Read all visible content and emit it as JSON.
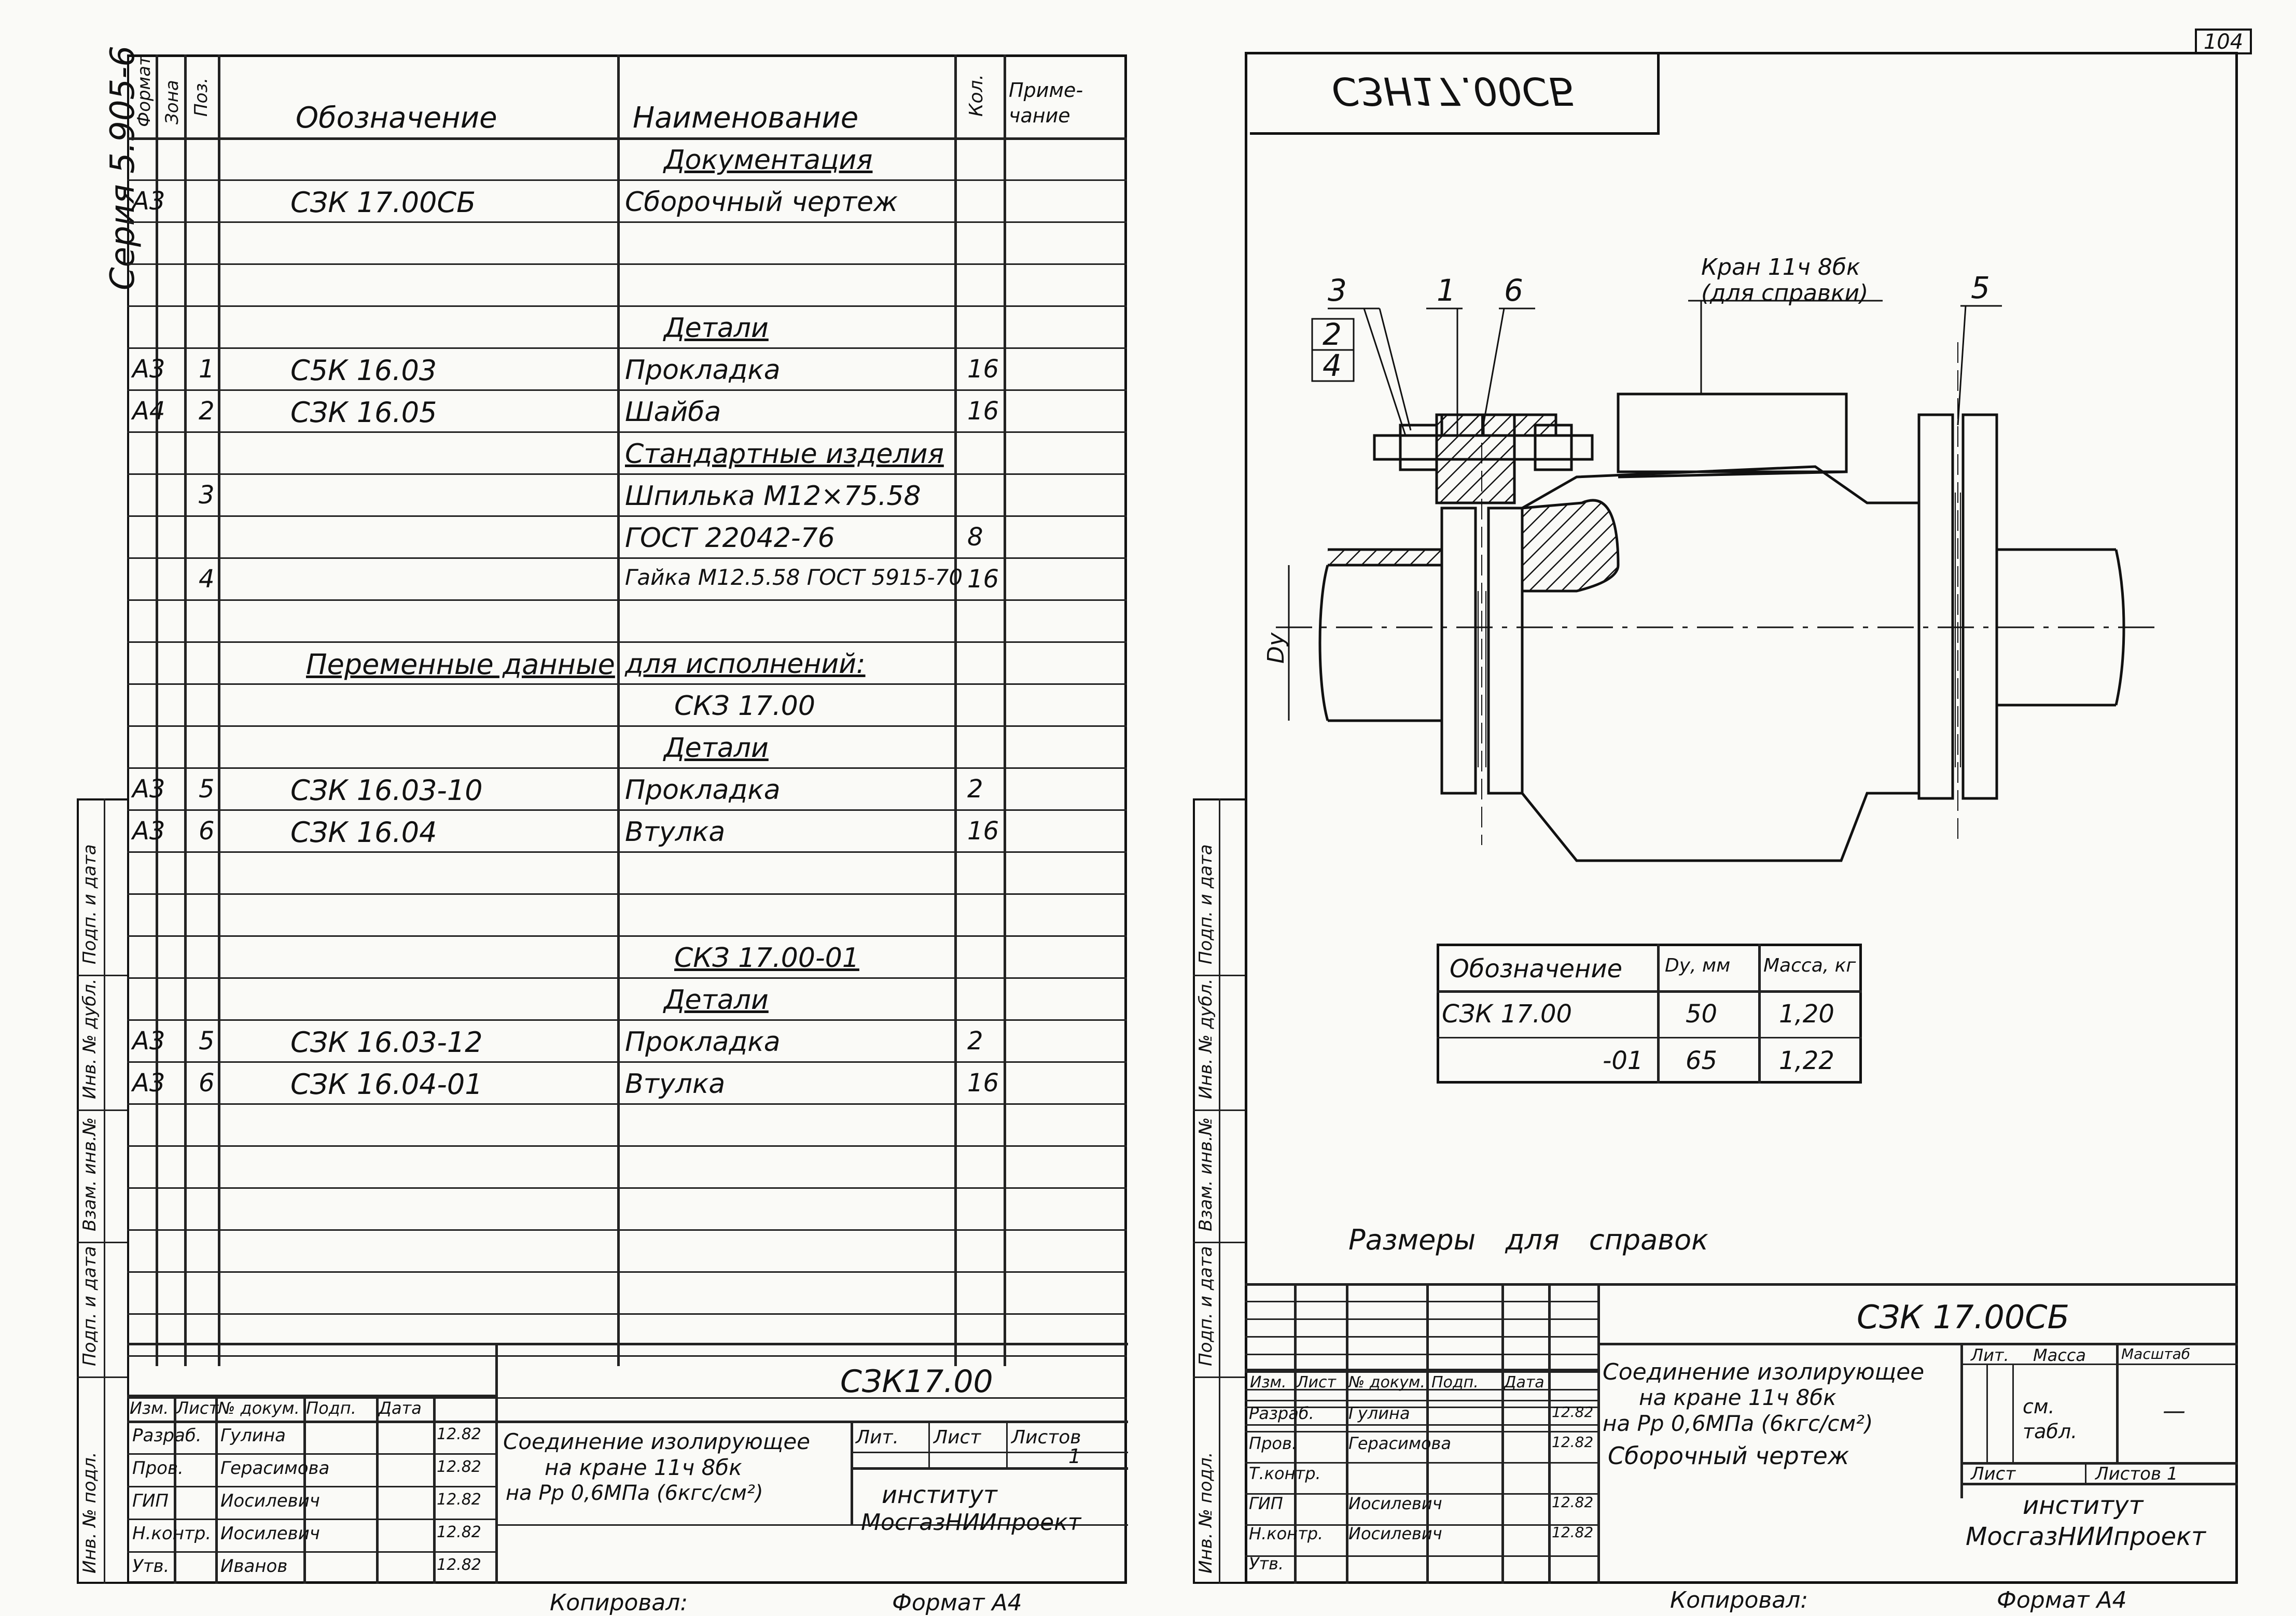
{
  "page_number": "104",
  "series": "Серия 5.905-6",
  "left_sheet": {
    "headers": {
      "format": "Формат",
      "zone": "Зона",
      "pos": "Поз.",
      "designation": "Обозначение",
      "name": "Наименование",
      "qty": "Кол.",
      "note": "Приме-чание"
    },
    "rows": [
      {
        "format": "",
        "pos": "",
        "designation": "",
        "name": "Документация",
        "qty": ""
      },
      {
        "format": "А3",
        "pos": "",
        "designation": "СЗК 17.00СБ",
        "name": "Сборочный чертеж",
        "qty": ""
      },
      {
        "format": "",
        "pos": "",
        "designation": "",
        "name": "",
        "qty": ""
      },
      {
        "format": "",
        "pos": "",
        "designation": "",
        "name": "",
        "qty": ""
      },
      {
        "format": "",
        "pos": "",
        "designation": "",
        "name": "Детали",
        "qty": ""
      },
      {
        "format": "А3",
        "pos": "1",
        "designation": "С5К 16.03",
        "name": "Прокладка",
        "qty": "16"
      },
      {
        "format": "А4",
        "pos": "2",
        "designation": "СЗК 16.05",
        "name": "Шайба",
        "qty": "16"
      },
      {
        "format": "",
        "pos": "",
        "designation": "",
        "name": "Стандартные изделия",
        "qty": ""
      },
      {
        "format": "",
        "pos": "3",
        "designation": "",
        "name": "Шпилька М12×75.58",
        "qty": ""
      },
      {
        "format": "",
        "pos": "",
        "designation": "",
        "name": "ГОСТ 22042-76",
        "qty": "8"
      },
      {
        "format": "",
        "pos": "4",
        "designation": "",
        "name": "Гайка М12.5.58 ГОСТ 5915-70",
        "qty": "16"
      },
      {
        "format": "",
        "pos": "",
        "designation": "",
        "name": "",
        "qty": ""
      },
      {
        "format": "",
        "pos": "",
        "designation": "Переменные данные",
        "name": "для исполнений:",
        "qty": ""
      },
      {
        "format": "",
        "pos": "",
        "designation": "",
        "name": "СКЗ 17.00",
        "qty": ""
      },
      {
        "format": "",
        "pos": "",
        "designation": "",
        "name": "Детали",
        "qty": ""
      },
      {
        "format": "А3",
        "pos": "5",
        "designation": "СЗК 16.03-10",
        "name": "Прокладка",
        "qty": "2"
      },
      {
        "format": "А3",
        "pos": "6",
        "designation": "СЗК 16.04",
        "name": "Втулка",
        "qty": "16"
      },
      {
        "format": "",
        "pos": "",
        "designation": "",
        "name": "",
        "qty": ""
      },
      {
        "format": "",
        "pos": "",
        "designation": "",
        "name": "",
        "qty": ""
      },
      {
        "format": "",
        "pos": "",
        "designation": "",
        "name": "СКЗ 17.00-01",
        "qty": ""
      },
      {
        "format": "",
        "pos": "",
        "designation": "",
        "name": "Детали",
        "qty": ""
      },
      {
        "format": "А3",
        "pos": "5",
        "designation": "СЗК 16.03-12",
        "name": "Прокладка",
        "qty": "2"
      },
      {
        "format": "А3",
        "pos": "6",
        "designation": "СЗК 16.04-01",
        "name": "Втулка",
        "qty": "16"
      }
    ],
    "side_labels": [
      "Подп. и дата",
      "Инв. № дубл.",
      "Взам. инв.№",
      "Подп. и дата",
      "Инв. № подл."
    ],
    "title_block": {
      "code": "СЗК17.00",
      "title_l1": "Соединение изолирующее",
      "title_l2": "на кране 11ч 8бк",
      "title_l3": "на Рр 0,6МПа (6кгс/см²)",
      "lit": "Лит.",
      "sheet": "Лист",
      "sheets": "Листов",
      "sheet_no": "1",
      "org1": "институт",
      "org2": "МосгазНИИпроект",
      "hdr": [
        "Изм.",
        "Лист",
        "№ докум.",
        "Подп.",
        "Дата"
      ],
      "people": [
        {
          "role": "Разраб.",
          "name": "Гулина",
          "date": "12.82"
        },
        {
          "role": "Пров.",
          "name": "Герасимова",
          "date": "12.82"
        },
        {
          "role": "ГИП",
          "name": "Иосилевич",
          "date": "12.82"
        },
        {
          "role": "Н.контр.",
          "name": "Иосилевич",
          "date": "12.82"
        },
        {
          "role": "Утв.",
          "name": "Иванов",
          "date": "12.82"
        }
      ]
    },
    "copied": "Копировал:",
    "format": "Формат А4"
  },
  "right_sheet": {
    "mirror_code": "СЗН17.00СБ",
    "valve_label_l1": "Кран 11ч 8бк",
    "valve_label_l2": "(для справки)",
    "callouts": [
      "3",
      "1",
      "6",
      "2",
      "4",
      "5"
    ],
    "dim_label": "Dу",
    "table": {
      "headers": [
        "Обозначение",
        "Dу, мм",
        "Масса, кг"
      ],
      "rows": [
        [
          "СЗК 17.00",
          "50",
          "1,20"
        ],
        [
          "-01",
          "65",
          "1,22"
        ]
      ]
    },
    "ref_note": "Размеры для справок",
    "side_labels": [
      "Подп. и дата",
      "Инв. № дубл.",
      "Взам. инв.№",
      "Подп. и дата",
      "Инв. № подл."
    ],
    "title_block": {
      "code": "СЗК 17.00СБ",
      "title_l1": "Соединение изолирующее",
      "title_l2": "на кране 11ч 8бк",
      "title_l3": "на Рр 0,6МПа (6кгс/см²)",
      "title_l4": "Сборочный чертеж",
      "lit": "Лит.",
      "mass": "Масса",
      "scale": "Масштаб",
      "mass_val": "см. табл.",
      "scale_val": "—",
      "sheet": "Лист",
      "sheets": "Листов 1",
      "org1": "институт",
      "org2": "МосгазНИИпроект",
      "hdr": [
        "Изм.",
        "Лист",
        "№ докум.",
        "Подп.",
        "Дата"
      ],
      "people": [
        {
          "role": "Разраб.",
          "name": "Гулина",
          "date": "12.82"
        },
        {
          "role": "Пров.",
          "name": "Герасимова",
          "date": "12.82"
        },
        {
          "role": "Т.контр.",
          "name": "",
          "date": ""
        },
        {
          "role": "ГИП",
          "name": "Иосилевич",
          "date": "12.82"
        },
        {
          "role": "Н.контр.",
          "name": "Иосилевич",
          "date": "12.82"
        },
        {
          "role": "Утв.",
          "name": "",
          "date": ""
        }
      ]
    },
    "copied": "Копировал:",
    "format": "Формат А4"
  }
}
